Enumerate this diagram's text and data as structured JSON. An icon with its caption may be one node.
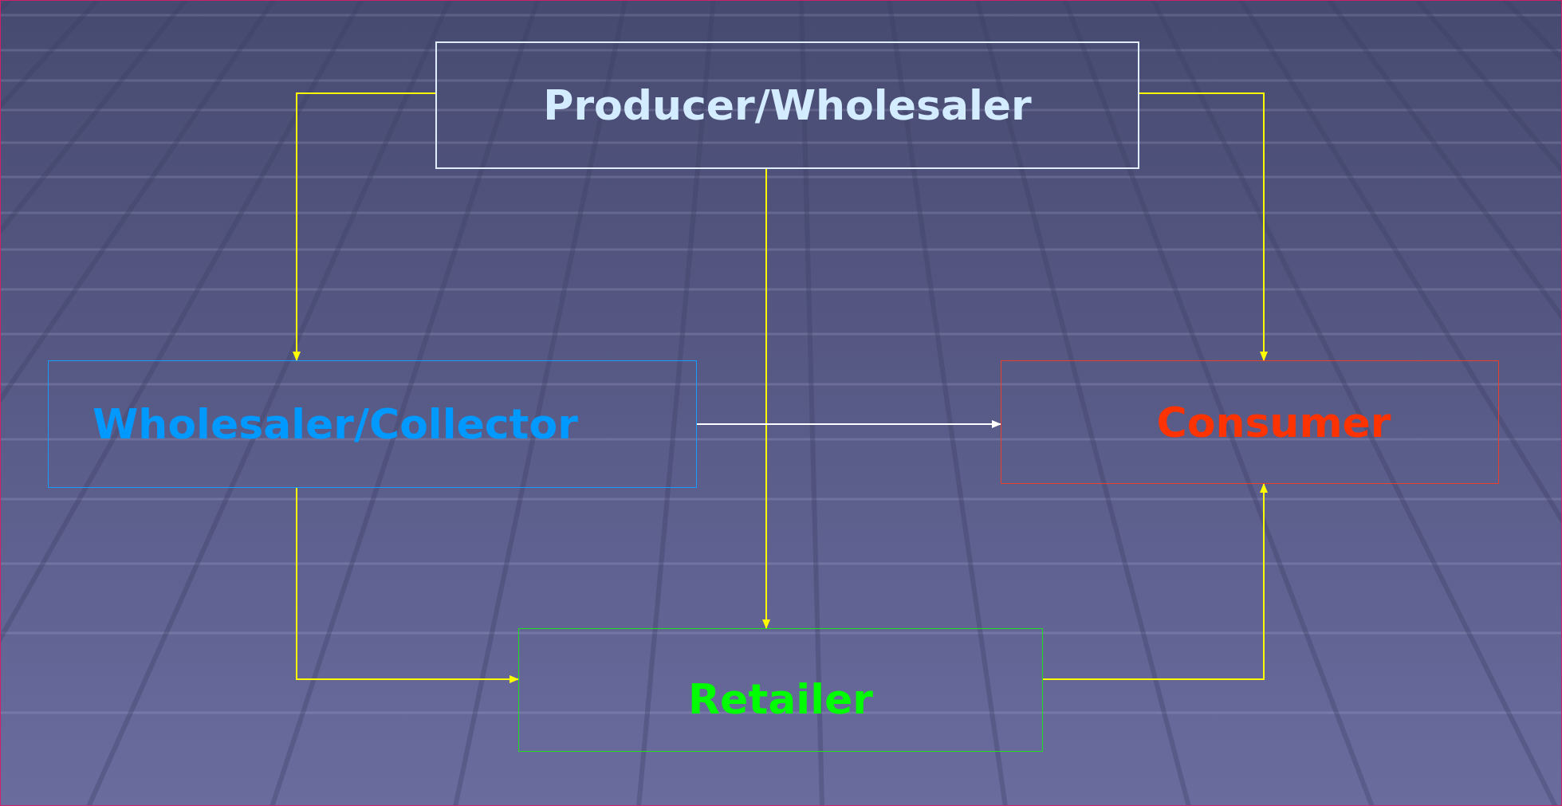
{
  "diagram": {
    "nodes": [
      {
        "text": [
          "Producer/Wholesaler"
        ]
      },
      {
        "text": [
          "Wholesaler/Collector"
        ]
      },
      {
        "text": [
          "Consumer"
        ]
      },
      {
        "text": [
          "Retailer"
        ]
      }
    ],
    "edges": [
      {
        "from": 0,
        "to": 1,
        "arrow": "to"
      },
      {
        "from": 0,
        "to": 2,
        "arrow": "to"
      },
      {
        "from": 0,
        "to": 3,
        "arrow": "to"
      },
      {
        "from": 1,
        "to": 2,
        "arrow": "to",
        "color": "#ffffff"
      },
      {
        "from": 1,
        "to": 3,
        "arrow": "to"
      },
      {
        "from": 3,
        "to": 2,
        "arrow": "to"
      }
    ]
  }
}
